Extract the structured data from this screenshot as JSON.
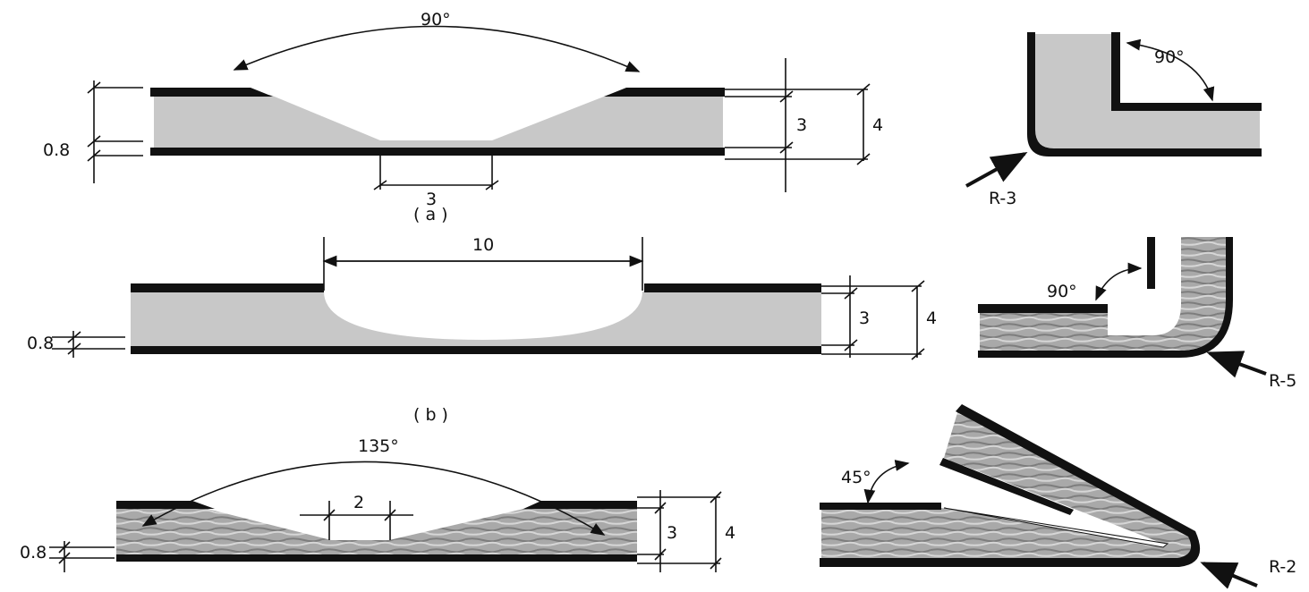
{
  "panel_a": {
    "groove_angle": "90°",
    "skin_thickness": "0.8",
    "core_depth": "3",
    "total_thickness": "4",
    "groove_bottom_width": "3",
    "caption": "( a )"
  },
  "fold_a": {
    "angle": "90°",
    "radius": "R-3"
  },
  "panel_b": {
    "groove_width": "10",
    "skin_thickness": "0.8",
    "core_depth": "3",
    "total_thickness": "4",
    "caption": "( b )"
  },
  "fold_b": {
    "angle": "90°",
    "radius": "R-5"
  },
  "panel_c": {
    "groove_angle": "135°",
    "groove_bottom_width": "2",
    "skin_thickness": "0.8",
    "core_depth": "3",
    "total_thickness": "4"
  },
  "fold_c": {
    "angle": "45°",
    "radius": "R-2"
  }
}
